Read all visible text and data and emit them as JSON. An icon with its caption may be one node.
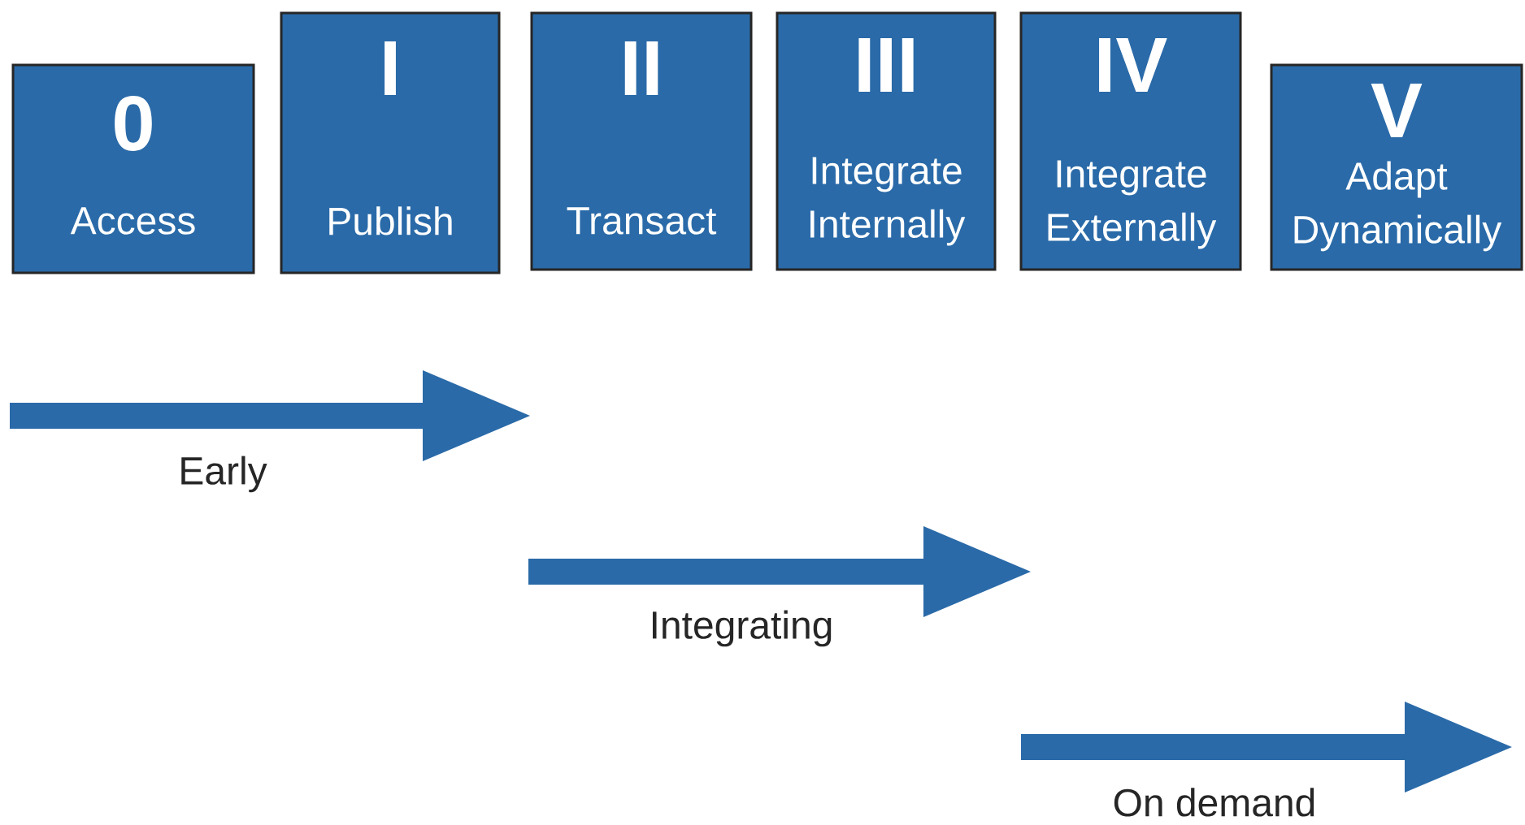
{
  "diagram": {
    "nodes": [
      {
        "text": [
          "0",
          "Access"
        ]
      },
      {
        "text": [
          "I",
          "Publish"
        ]
      },
      {
        "text": [
          "II",
          "Transact"
        ]
      },
      {
        "text": [
          "III",
          "Integrate Internally"
        ]
      },
      {
        "text": [
          "IV",
          "Integrate Externally"
        ]
      },
      {
        "text": [
          "V",
          "Adapt Dynamically"
        ]
      }
    ],
    "labels": [
      "Early",
      "Integrating",
      "On demand"
    ]
  }
}
